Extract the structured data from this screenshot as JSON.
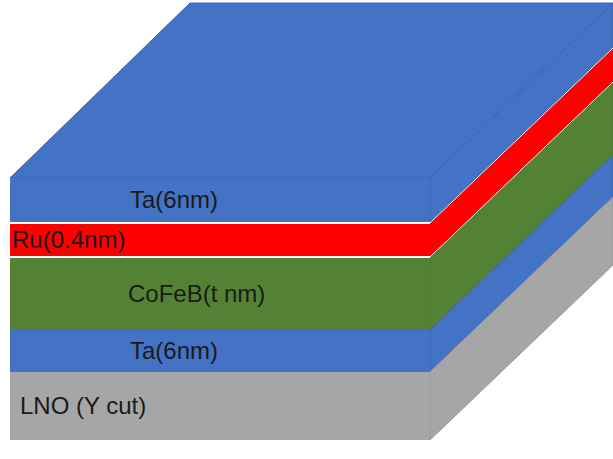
{
  "diagram": {
    "nodes": [
      {
        "text": [
          "Ta(6nm)"
        ]
      },
      {
        "text": [
          "Ru(0.4nm)"
        ]
      },
      {
        "text": [
          "CoFeB(t nm)"
        ]
      },
      {
        "text": [
          "Ta(6nm)"
        ]
      },
      {
        "text": [
          "LNO (Y cut)"
        ]
      }
    ]
  }
}
